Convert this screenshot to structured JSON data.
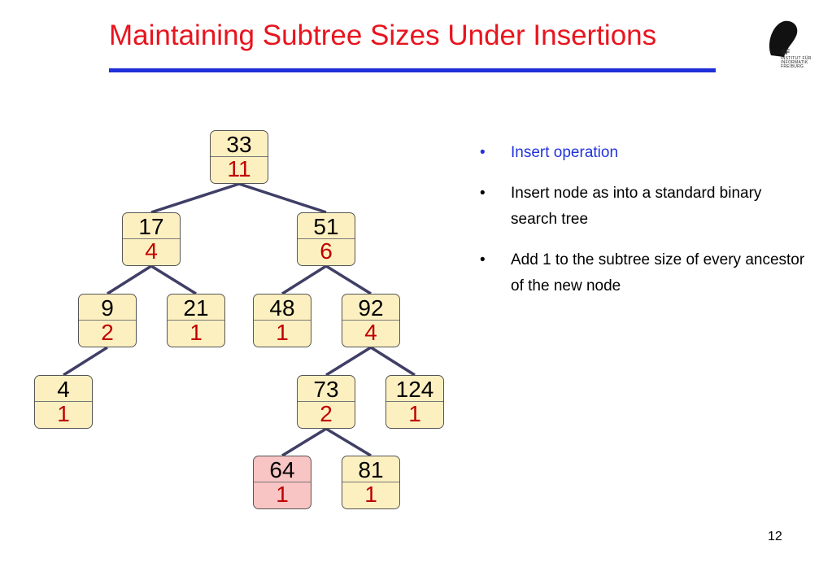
{
  "slide": {
    "title": "Maintaining Subtree Sizes Under Insertions",
    "page_number": "12"
  },
  "logo": {
    "initials": "IIF",
    "line1": "INSTITUT FÜR",
    "line2": "INFORMATIK",
    "line3": "FREIBURG"
  },
  "colors": {
    "title": "#e8141e",
    "rule": "#1f2fd8",
    "node_fill": "#fdf0c0",
    "node_highlight": "#f9c4c4",
    "size_text": "#c00000",
    "edge": "#3f3f66",
    "accent_bullet": "#2233dd"
  },
  "tree": {
    "nodes": [
      {
        "id": "n33",
        "key": "33",
        "size": "11"
      },
      {
        "id": "n17",
        "key": "17",
        "size": "4"
      },
      {
        "id": "n51",
        "key": "51",
        "size": "6"
      },
      {
        "id": "n9",
        "key": "9",
        "size": "2"
      },
      {
        "id": "n21",
        "key": "21",
        "size": "1"
      },
      {
        "id": "n48",
        "key": "48",
        "size": "1"
      },
      {
        "id": "n92",
        "key": "92",
        "size": "4"
      },
      {
        "id": "n4",
        "key": "4",
        "size": "1"
      },
      {
        "id": "n73",
        "key": "73",
        "size": "2"
      },
      {
        "id": "n124",
        "key": "124",
        "size": "1"
      },
      {
        "id": "n64",
        "key": "64",
        "size": "1",
        "highlight": true
      },
      {
        "id": "n81",
        "key": "81",
        "size": "1"
      }
    ],
    "edges": [
      [
        "n33",
        "n17"
      ],
      [
        "n33",
        "n51"
      ],
      [
        "n17",
        "n9"
      ],
      [
        "n17",
        "n21"
      ],
      [
        "n51",
        "n48"
      ],
      [
        "n51",
        "n92"
      ],
      [
        "n9",
        "n4"
      ],
      [
        "n92",
        "n73"
      ],
      [
        "n92",
        "n124"
      ],
      [
        "n73",
        "n64"
      ],
      [
        "n73",
        "n81"
      ]
    ]
  },
  "bullets": [
    {
      "text": "Insert operation",
      "accent": true
    },
    {
      "text": "Insert node as into a standard binary search tree",
      "accent": false
    },
    {
      "text": "Add 1 to the subtree size of every ancestor of the new node",
      "accent": false
    }
  ]
}
